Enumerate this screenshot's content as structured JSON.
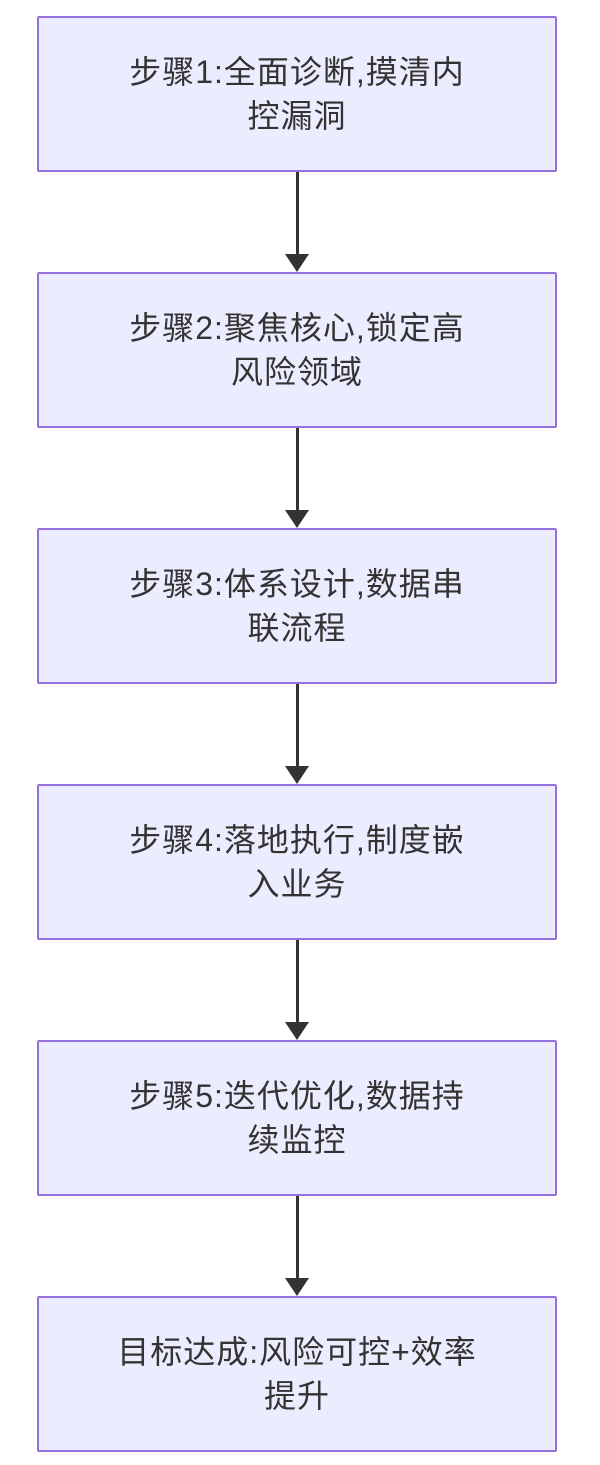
{
  "diagram": {
    "type": "flowchart",
    "direction": "top-down",
    "node_count": 6,
    "arrow_count": 5
  },
  "colors": {
    "background": "#FFFFFF",
    "node_fill": "#ECECFF",
    "node_border": "#9370DB",
    "arrow": "#333333",
    "text": "#333333"
  },
  "steps": [
    {
      "id": "step1",
      "label": "步骤1:全面诊断,摸清内控漏洞",
      "line1": "步骤1:全面诊断,摸清内",
      "line2": "控漏洞"
    },
    {
      "id": "step2",
      "label": "步骤2:聚焦核心,锁定高风险领域",
      "line1": "步骤2:聚焦核心,锁定高",
      "line2": "风险领域"
    },
    {
      "id": "step3",
      "label": "步骤3:体系设计,数据串联流程",
      "line1": "步骤3:体系设计,数据串",
      "line2": "联流程"
    },
    {
      "id": "step4",
      "label": "步骤4:落地执行,制度嵌入业务",
      "line1": "步骤4:落地执行,制度嵌",
      "line2": "入业务"
    },
    {
      "id": "step5",
      "label": "步骤5:迭代优化,数据持续监控",
      "line1": "步骤5:迭代优化,数据持",
      "line2": "续监控"
    },
    {
      "id": "goal",
      "label": "目标达成:风险可控+效率提升",
      "line1": "目标达成:风险可控+效率",
      "line2": "提升"
    }
  ]
}
